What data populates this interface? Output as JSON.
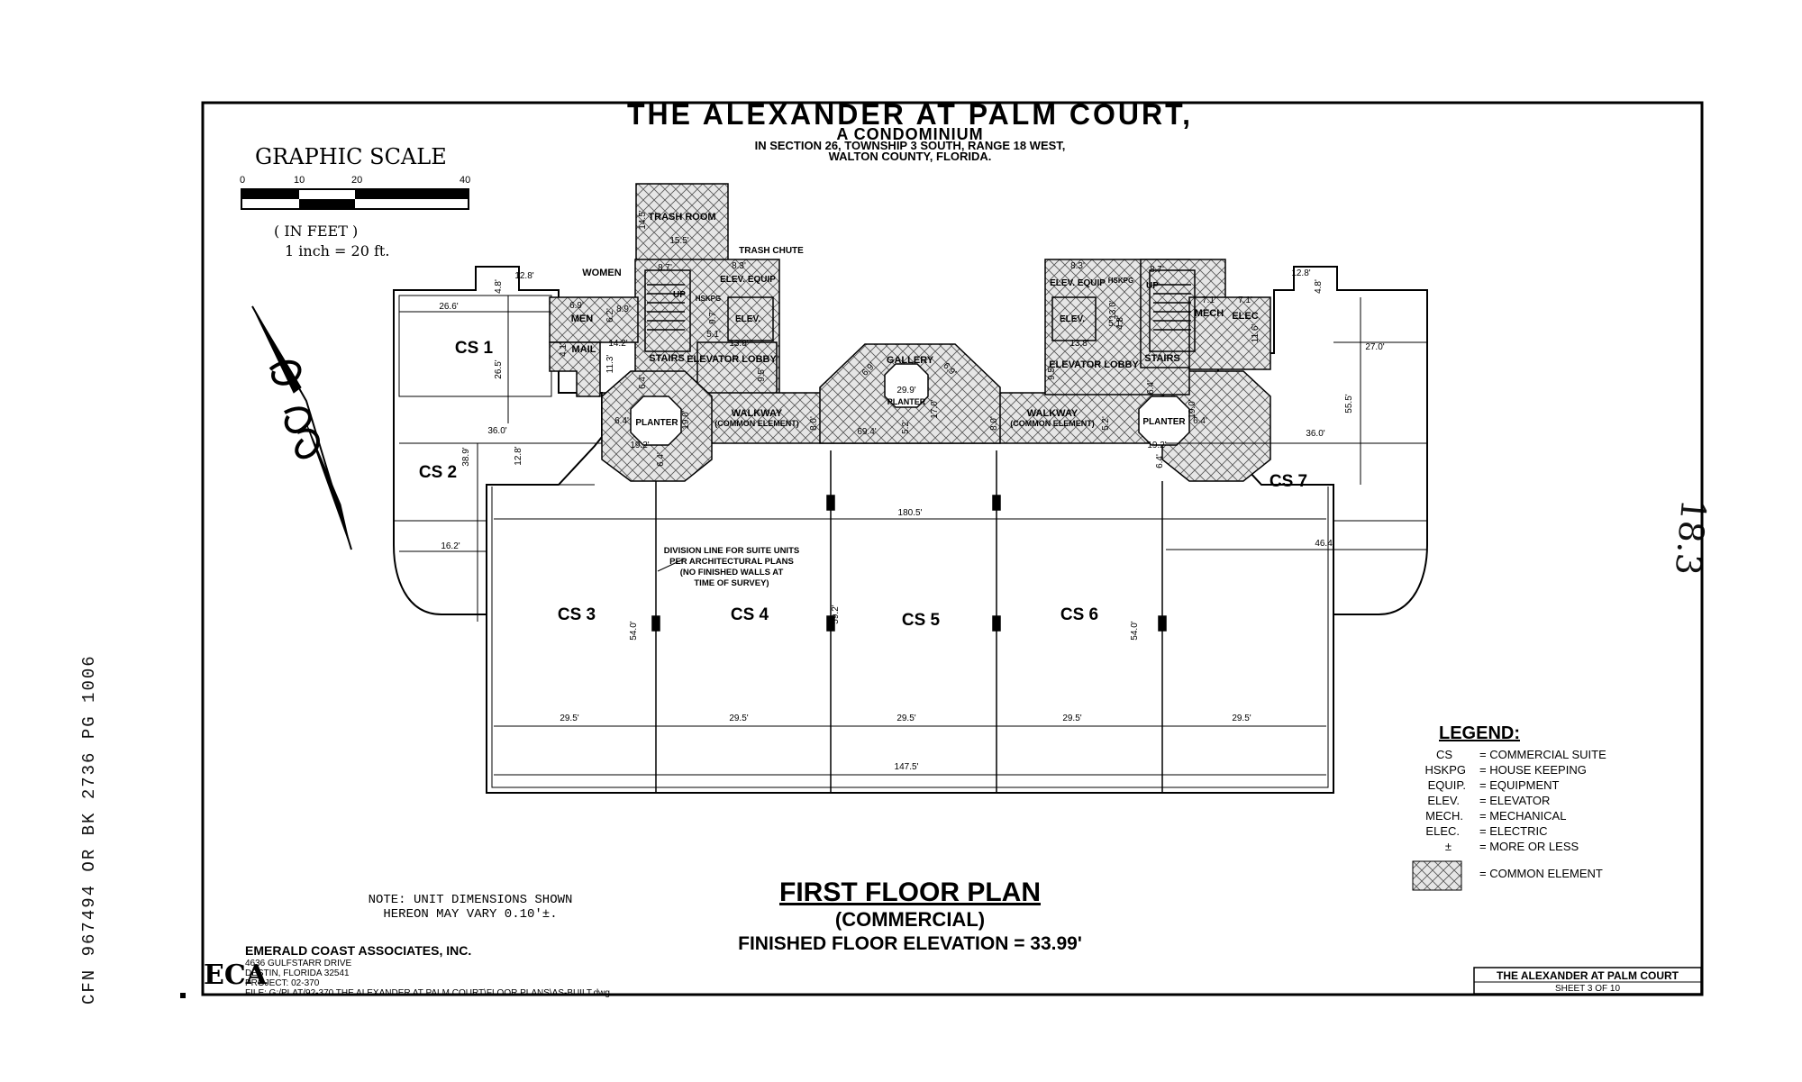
{
  "title": {
    "main": "THE ALEXANDER AT PALM COURT,",
    "sub1": "A CONDOMINIUM",
    "sub2": "IN SECTION 26, TOWNSHIP 3 SOUTH, RANGE 18 WEST,",
    "sub3": "WALTON COUNTY, FLORIDA."
  },
  "scale": {
    "heading": "GRAPHIC SCALE",
    "ticks": [
      "0",
      "10",
      "20",
      "40"
    ],
    "unit": "( IN FEET )",
    "ratio": "1 inch = 20 ft."
  },
  "rooms": {
    "trash_room": "TRASH ROOM",
    "trash_chute": "TRASH CHUTE",
    "women": "WOMEN",
    "men": "MEN",
    "mail": "MAIL",
    "stairs_left": "STAIRS",
    "stairs_right": "STAIRS",
    "up_left": "UP",
    "up_right": "UP",
    "hskpg_left": "HSKPG",
    "hskpg_right": "HSKPG",
    "elev_equip_left": "ELEV. EQUIP",
    "elev_equip_right": "ELEV. EQUIP",
    "elev_left": "ELEV.",
    "elev_right": "ELEV.",
    "elevator_lobby_left": "ELEVATOR LOBBY",
    "elevator_lobby_right": "ELEVATOR LOBBY",
    "gallery": "GALLERY",
    "planter_left": "PLANTER",
    "planter_center": "PLANTER",
    "planter_right": "PLANTER",
    "walkway_left": "WALKWAY",
    "walkway_right": "WALKWAY",
    "common_element": "(COMMON ELEMENT)",
    "mech": "MECH",
    "elec": "ELEC"
  },
  "suites": [
    "CS 1",
    "CS 2",
    "CS 3",
    "CS 4",
    "CS 5",
    "CS 6",
    "CS 7"
  ],
  "division_note": [
    "DIVISION LINE FOR SUITE UNITS",
    "PER ARCHITECTURAL PLANS",
    "(NO FINISHED WALLS AT",
    "TIME OF SURVEY)"
  ],
  "dimensions": {
    "d_12_8_l": "12.8'",
    "d_4_8_l": "4.8'",
    "d_26_6": "26.6'",
    "d_26_5": "26.5'",
    "d_36_0_l": "36.0'",
    "d_38_9": "38.9'",
    "d_12_8_v": "12.8'",
    "d_16_2": "16.2'",
    "d_14_5": "14.5'",
    "d_15_5": "15.5'",
    "d_8_7_l": "8.7'",
    "d_8_3_l": "8.3'",
    "d_6_9_a": "6.9'",
    "d_8_9": "8.9'",
    "d_6_2": "6.2'",
    "d_4_1": "4.1'",
    "d_14_2": "14.2'",
    "d_11_3": "11.3'",
    "d_9_7": "9.7'",
    "d_5_1_l": "5.1'",
    "d_13_8_l": "13.8'",
    "d_9_5_l": "9.5'",
    "d_6_4_a": "6.4'",
    "d_6_4_b": "6.4'",
    "d_19_2_l": "19.2'",
    "d_6_4_c": "6.4'",
    "d_19_0_l": "19.0'",
    "d_8_0_a": "8.0'",
    "d_69_4": "69.4'",
    "d_5_2": "5.2'",
    "d_17_0": "17.0'",
    "d_29_9": "29.9'",
    "d_6_9_b": "6.9'",
    "d_6_9_c": "6.9'",
    "d_8_0_b": "8.0'",
    "d_5_2_b": "5.2'",
    "d_19_0_r": "19.0'",
    "d_6_4_d": "6.4'",
    "d_19_2_r": "19.2'",
    "d_6_4_e": "6.4'",
    "d_6_4_f": "6.4'",
    "d_9_5_r": "9.5'",
    "d_13_8_r": "13.8'",
    "d_8_3_r": "8.3'",
    "d_8_7_r": "8.7'",
    "d_13_0": "13.0'",
    "d_5_1_r": "5.1'",
    "d_4_8_r": "4.8'",
    "d_7_1_a": "7.1'",
    "d_7_1_b": "7.1'",
    "d_11_6": "11.6'",
    "d_12_8_r": "12.8'",
    "d_4_8_rr": "4.8'",
    "d_27_0": "27.0'",
    "d_55_5": "55.5'",
    "d_36_0_r": "36.0'",
    "d_180_5": "180.5'",
    "d_46_4": "46.4'",
    "d_54_0_l": "54.0'",
    "d_59_2": "59.2'",
    "d_54_0_r": "54.0'",
    "d_29_5_1": "29.5'",
    "d_29_5_2": "29.5'",
    "d_29_5_3": "29.5'",
    "d_29_5_4": "29.5'",
    "d_29_5_5": "29.5'",
    "d_147_5": "147.5'"
  },
  "legend": {
    "heading": "LEGEND:",
    "items": [
      {
        "abbr": "CS",
        "def": "= COMMERCIAL SUITE"
      },
      {
        "abbr": "HSKPG",
        "def": "= HOUSE KEEPING"
      },
      {
        "abbr": "EQUIP.",
        "def": "= EQUIPMENT"
      },
      {
        "abbr": "ELEV.",
        "def": "= ELEVATOR"
      },
      {
        "abbr": "MECH.",
        "def": "= MECHANICAL"
      },
      {
        "abbr": "ELEC.",
        "def": "= ELECTRIC"
      },
      {
        "abbr": "±",
        "def": "= MORE OR LESS"
      }
    ],
    "common": "= COMMON ELEMENT"
  },
  "note": [
    "NOTE: UNIT DIMENSIONS SHOWN",
    "HEREON MAY VARY 0.10'±."
  ],
  "plan_title": {
    "main": "FIRST FLOOR PLAN",
    "sub": "(COMMERCIAL)",
    "elevation": "FINISHED FLOOR ELEVATION = 33.99'"
  },
  "company": {
    "logo": "ECA",
    "name": "EMERALD COAST ASSOCIATES, INC.",
    "address1": "4636 GULFSTARR DRIVE",
    "address2": "DESTIN, FLORIDA 32541",
    "project": "PROJECT: 02-370",
    "file": "FILE: G:/PLAT/92-370 THE ALEXANDER AT PALM COURT\\FLOOR PLANS\\AS-BUILT.dwg"
  },
  "title_block": {
    "name": "THE ALEXANDER AT PALM COURT",
    "sheet": "SHEET 3 OF 10"
  },
  "recording": "CFN 967494 OR BK 2736 PG 1006",
  "handwritten": "18.3"
}
